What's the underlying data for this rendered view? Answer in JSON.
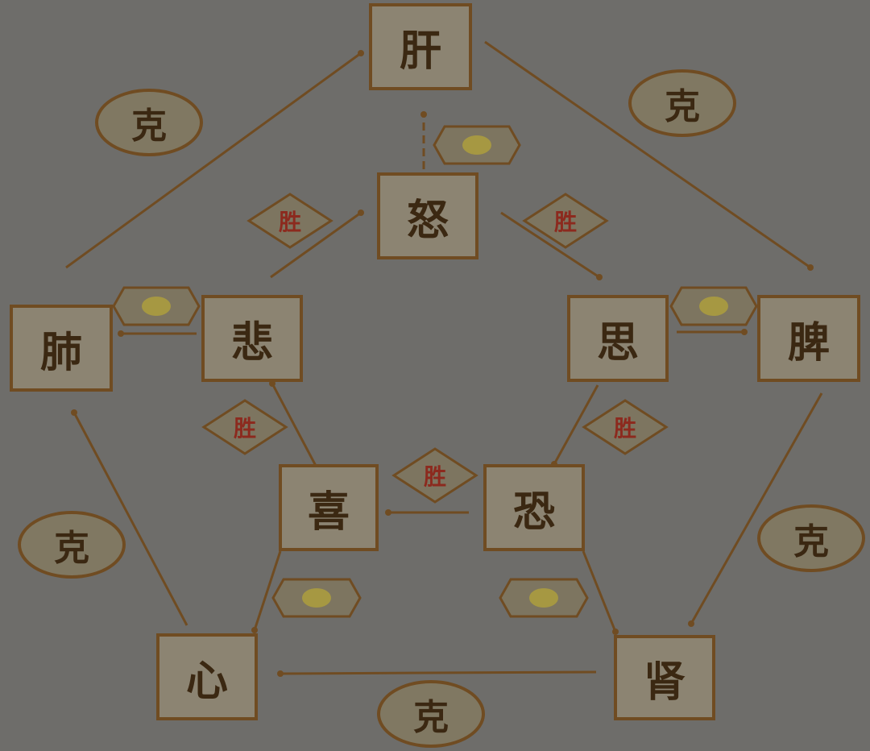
{
  "organs": {
    "liver": "肝",
    "spleen": "脾",
    "lung": "肺",
    "heart": "心",
    "kidney": "肾"
  },
  "emotions": {
    "anger": "怒",
    "pensiveness": "思",
    "grief": "悲",
    "joy": "喜",
    "fear": "恐"
  },
  "labels": {
    "restrains": "克",
    "overcomes": "胜"
  },
  "colors": {
    "background": "#6e6d6a",
    "box_fill": "#8c8472",
    "line": "#704c22",
    "text": "#3b2812",
    "overcome_text": "#8c2a1e",
    "generate_glow": "#c9b52a"
  }
}
